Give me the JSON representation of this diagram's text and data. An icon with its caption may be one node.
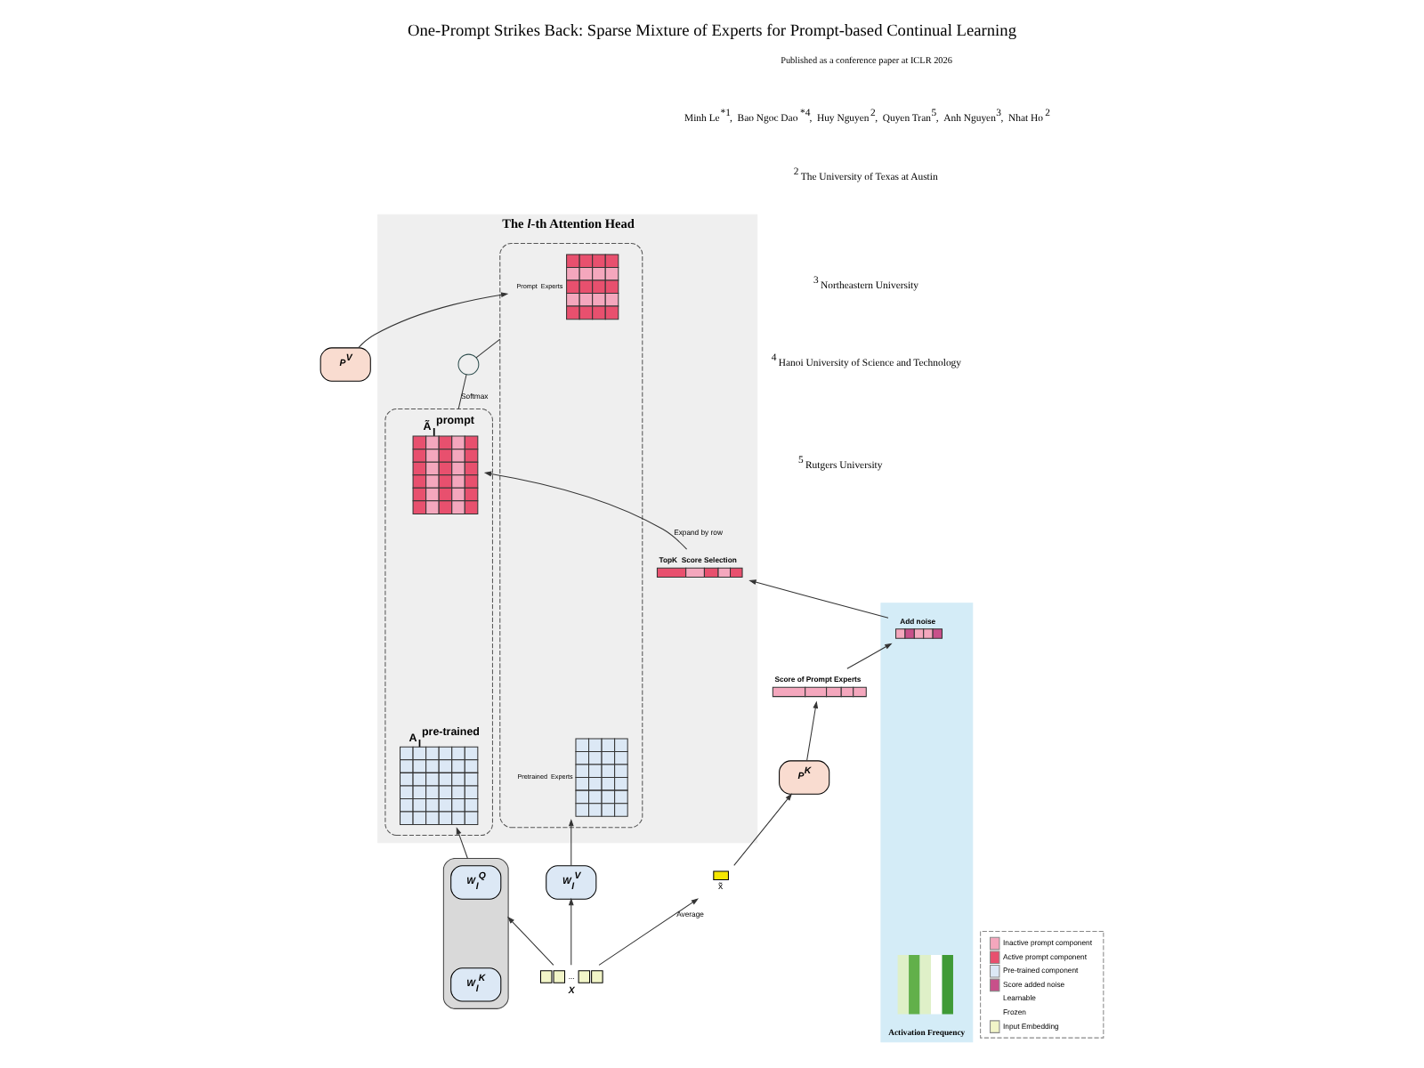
{
  "diagram": {
    "title": "One-Prompt Strikes Back: Sparse Mixture of Experts for Prompt-based Continual Learning",
    "nodes": [
      {
        "text": [
          "The *l*-th Attention Head"
        ]
      },
      {
        "text": [
          "TopK  Score Selection"
        ],
        "in": 0
      },
      {
        "text": [],
        "shape": "circle",
        "in": 0
      },
      {
        "text": [],
        "shape": "box",
        "in": 0
      },
      {
        "text": [
          "Ã$_{l}$$^{prompt}$"
        ],
        "in": 3
      },
      {
        "text": [
          "A$_{l}$$^{pre-trained}$"
        ],
        "in": 3
      },
      {
        "text": [],
        "shape": "box",
        "in": 0
      },
      {
        "text": [
          "Prompt  Experts"
        ],
        "in": 6
      },
      {
        "text": [
          "Pretrained  Experts"
        ],
        "in": 6
      },
      {
        "text": [
          "Activation Frequency"
        ]
      },
      {
        "text": [
          "Add noise"
        ],
        "in": 9
      },
      {
        "text": [
          "Score of Prompt Experts"
        ]
      },
      {
        "text": [
          "P$^{K}$"
        ]
      },
      {
        "text": [],
        "shape": "box"
      },
      {
        "text": [
          "W$_{l}$$^{Q}$"
        ],
        "in": 13
      },
      {
        "text": [
          "W$_{l}$$^{K}$"
        ],
        "in": 13
      },
      {
        "text": [
          "W$_{l}$$^{V}$"
        ]
      },
      {
        "text": [
          "P$^{V}$"
        ]
      },
      {
        "text": [
          "x̃"
        ]
      },
      {
        "text": [
          "...",
          "X"
        ]
      }
    ],
    "edges": [
      {
        "from": 11,
        "to": 10,
        "arrow": "to"
      },
      {
        "from": 10,
        "to": 1,
        "arrow": "to"
      },
      {
        "from": 1,
        "to": 4,
        "label": "Expand by row",
        "arrow": "to"
      },
      {
        "from": 3,
        "to": 2,
        "label": "Softmax",
        "arrow": "none"
      },
      {
        "from": 2,
        "to": 6,
        "arrow": "none"
      },
      {
        "from": 13,
        "to": 5,
        "arrow": "to"
      },
      {
        "from": 19,
        "to": 13,
        "arrow": "to"
      },
      {
        "from": 19,
        "to": 18,
        "label": "Average",
        "arrow": "to"
      },
      {
        "from": 18,
        "to": 12,
        "arrow": "to"
      },
      {
        "from": 12,
        "to": 11,
        "arrow": "to"
      },
      {
        "from": 19,
        "to": 16,
        "arrow": "to"
      },
      {
        "from": 16,
        "to": 8,
        "arrow": "to"
      },
      {
        "from": 17,
        "to": 7,
        "arrow": "to"
      }
    ],
    "labels": [
      "Published as a conference paper at ICLR 2026",
      "Minh Le$^{*1}$,  Bao Ngoc Dao$^{*4}$,  Huy Nguyen$^{2}$,  Quyen Tran$^{5}$,  Anh Nguyen$^{3}$,  Nhat Ho$^{2}$",
      "$^{2}$ The University of Texas at Austin",
      "$^{3}$ Northeastern University",
      "$^{4}$ Hanoi University of Science and Technology",
      "$^{5}$ Rutgers University"
    ],
    "legend": [
      {
        "text": "Inactive prompt component",
        "color": "#f4a7bd"
      },
      {
        "text": "Active prompt component",
        "color": "#e8506e"
      },
      {
        "text": "Pre-trained component",
        "color": "#dce8f5"
      },
      {
        "text": "Score added noise",
        "color": "#c8508a"
      },
      {
        "text": "Learnable"
      },
      {
        "text": "Frozen"
      },
      {
        "text": "Input Embedding",
        "color": "#f2f5c8"
      }
    ]
  }
}
